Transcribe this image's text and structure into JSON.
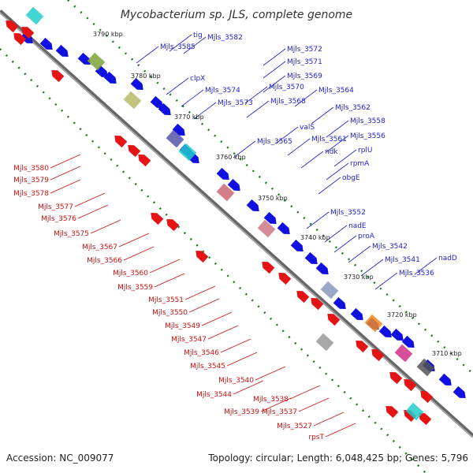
{
  "title": "Mycobacterium sp. JLS, complete genome",
  "footer": {
    "accession": "Accession: NC_009077",
    "summary": "Topology: circular; Length: 6,048,425 bp; Genes: 5,796"
  },
  "colors": {
    "forward": "#1010e0",
    "reverse": "#e51414",
    "backbone": "#777777",
    "ticks": "#1f7a1f",
    "forward_label": "#2222cc",
    "reverse_label": "#cc1111"
  },
  "ticks": [
    {
      "label": "3790 kbp"
    },
    {
      "label": "3780 kbp"
    },
    {
      "label": "3770 kbp"
    },
    {
      "label": "3760 kbp"
    },
    {
      "label": "3750 kbp"
    },
    {
      "label": "3740 kbp"
    },
    {
      "label": "3730 kbp"
    },
    {
      "label": "3720 kbp"
    },
    {
      "label": "3710 kbp"
    }
  ],
  "forward_labels": [
    "tig",
    "Mjls_3582",
    "Mjls_3585",
    "clpX",
    "Mjls_3572",
    "Mjls_3571",
    "Mjls_3569",
    "Mjls_3570",
    "Mjls_3574",
    "Mjls_3564",
    "Mjls_3573",
    "Mjls_3568",
    "Mjls_3562",
    "Mjls_3558",
    "valS",
    "Mjls_3561",
    "Mjls_3556",
    "Mjls_3565",
    "ndk",
    "rplU",
    "rpmA",
    "obgE",
    "Mjls_3552",
    "nadE",
    "proA",
    "Mjls_3542",
    "Mjls_3541",
    "nadD",
    "Mjls_3536"
  ],
  "reverse_labels": [
    "Mjls_3580",
    "Mjls_3579",
    "Mjls_3578",
    "Mjls_3577",
    "Mjls_3576",
    "Mjls_3575",
    "Mjls_3567",
    "Mjls_3566",
    "Mjls_3560",
    "Mjls_3559",
    "Mjls_3551",
    "Mjls_3550",
    "Mjls_3549",
    "Mjls_3547",
    "Mjls_3546",
    "Mjls_3545",
    "Mjls_3540",
    "Mjls_3544",
    "Mjls_3538",
    "Mjls_3539",
    "Mjls_3537",
    "Mjls_3527",
    "rpsT"
  ]
}
